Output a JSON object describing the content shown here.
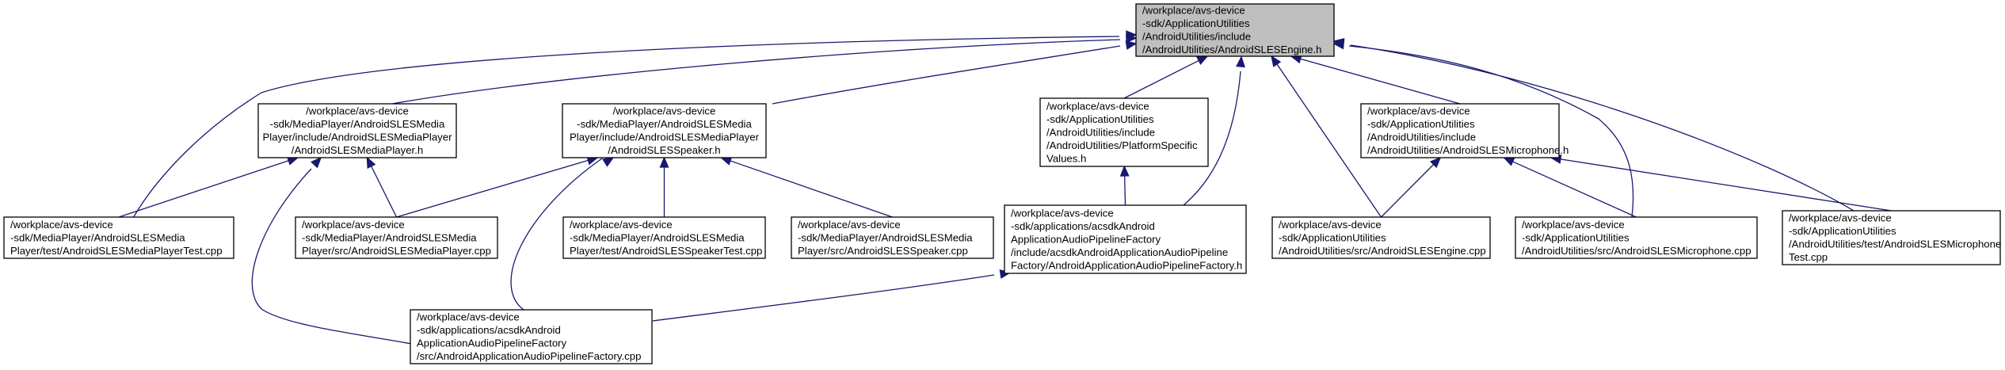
{
  "graph": {
    "nodes": [
      {
        "id": "engine_h",
        "root": true,
        "lines": [
          "/workplace/avs-device",
          "-sdk/ApplicationUtilities",
          "/AndroidUtilities/include",
          "/AndroidUtilities/AndroidSLESEngine.h"
        ]
      },
      {
        "id": "mediaplayer_h",
        "lines": [
          "/workplace/avs-device",
          "-sdk/MediaPlayer/AndroidSLESMedia",
          "Player/include/AndroidSLESMediaPlayer",
          "/AndroidSLESMediaPlayer.h"
        ]
      },
      {
        "id": "speaker_h",
        "lines": [
          "/workplace/avs-device",
          "-sdk/MediaPlayer/AndroidSLESMedia",
          "Player/include/AndroidSLESMediaPlayer",
          "/AndroidSLESSpeaker.h"
        ]
      },
      {
        "id": "platform_h",
        "lines": [
          "/workplace/avs-device",
          "-sdk/ApplicationUtilities",
          "/AndroidUtilities/include",
          "/AndroidUtilities/PlatformSpecific",
          "Values.h"
        ]
      },
      {
        "id": "microphone_h",
        "lines": [
          "/workplace/avs-device",
          "-sdk/ApplicationUtilities",
          "/AndroidUtilities/include",
          "/AndroidUtilities/AndroidSLESMicrophone.h"
        ]
      },
      {
        "id": "mediaplayer_test",
        "lines": [
          "/workplace/avs-device",
          "-sdk/MediaPlayer/AndroidSLESMedia",
          "Player/test/AndroidSLESMediaPlayerTest.cpp"
        ]
      },
      {
        "id": "mediaplayer_cpp",
        "lines": [
          "/workplace/avs-device",
          "-sdk/MediaPlayer/AndroidSLESMedia",
          "Player/src/AndroidSLESMediaPlayer.cpp"
        ]
      },
      {
        "id": "speaker_test",
        "lines": [
          "/workplace/avs-device",
          "-sdk/MediaPlayer/AndroidSLESMedia",
          "Player/test/AndroidSLESSpeakerTest.cpp"
        ]
      },
      {
        "id": "speaker_cpp",
        "lines": [
          "/workplace/avs-device",
          "-sdk/MediaPlayer/AndroidSLESMedia",
          "Player/src/AndroidSLESSpeaker.cpp"
        ]
      },
      {
        "id": "factory_h",
        "lines": [
          "/workplace/avs-device",
          "-sdk/applications/acsdkAndroid",
          "ApplicationAudioPipelineFactory",
          "/include/acsdkAndroidApplicationAudioPipeline",
          "Factory/AndroidApplicationAudioPipelineFactory.h"
        ]
      },
      {
        "id": "engine_cpp",
        "lines": [
          "/workplace/avs-device",
          "-sdk/ApplicationUtilities",
          "/AndroidUtilities/src/AndroidSLESEngine.cpp"
        ]
      },
      {
        "id": "microphone_cpp",
        "lines": [
          "/workplace/avs-device",
          "-sdk/ApplicationUtilities",
          "/AndroidUtilities/src/AndroidSLESMicrophone.cpp"
        ]
      },
      {
        "id": "microphone_test",
        "lines": [
          "/workplace/avs-device",
          "-sdk/ApplicationUtilities",
          "/AndroidUtilities/test/AndroidSLESMicrophone",
          "Test.cpp"
        ]
      },
      {
        "id": "factory_cpp",
        "lines": [
          "/workplace/avs-device",
          "-sdk/applications/acsdkAndroid",
          "ApplicationAudioPipelineFactory",
          "/src/AndroidApplicationAudioPipelineFactory.cpp"
        ]
      }
    ],
    "edges": [
      {
        "from": "engine_h",
        "to": "mediaplayer_test"
      },
      {
        "from": "engine_h",
        "to": "mediaplayer_h"
      },
      {
        "from": "engine_h",
        "to": "speaker_h"
      },
      {
        "from": "engine_h",
        "to": "platform_h"
      },
      {
        "from": "engine_h",
        "to": "factory_h"
      },
      {
        "from": "engine_h",
        "to": "engine_cpp"
      },
      {
        "from": "engine_h",
        "to": "microphone_h"
      },
      {
        "from": "engine_h",
        "to": "microphone_cpp"
      },
      {
        "from": "engine_h",
        "to": "microphone_test"
      },
      {
        "from": "mediaplayer_h",
        "to": "mediaplayer_test"
      },
      {
        "from": "mediaplayer_h",
        "to": "mediaplayer_cpp"
      },
      {
        "from": "mediaplayer_h",
        "to": "factory_cpp"
      },
      {
        "from": "speaker_h",
        "to": "mediaplayer_cpp"
      },
      {
        "from": "speaker_h",
        "to": "speaker_test"
      },
      {
        "from": "speaker_h",
        "to": "speaker_cpp"
      },
      {
        "from": "speaker_h",
        "to": "factory_cpp"
      },
      {
        "from": "platform_h",
        "to": "factory_h"
      },
      {
        "from": "factory_h",
        "to": "factory_cpp"
      },
      {
        "from": "microphone_h",
        "to": "engine_cpp"
      },
      {
        "from": "microphone_h",
        "to": "microphone_cpp"
      },
      {
        "from": "microphone_h",
        "to": "microphone_test"
      }
    ]
  }
}
